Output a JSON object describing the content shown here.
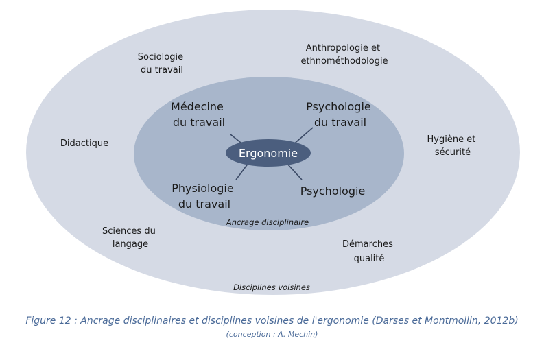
{
  "diagram": {
    "center": "Ergonomie",
    "inner_zone_label": "Ancrage disciplinaire",
    "outer_zone_label": "Disciplines voisines",
    "inner": {
      "medecine": [
        "Médecine",
        "du travail"
      ],
      "psycho_travail": [
        "Psychologie",
        "du travail"
      ],
      "physiologie": [
        "Physiologie",
        "du travail"
      ],
      "psychologie": [
        "Psychologie"
      ]
    },
    "outer": {
      "sociologie": [
        "Sociologie",
        "du travail"
      ],
      "anthropologie": [
        "Anthropologie et",
        "ethnométhodologie"
      ],
      "didactique": [
        "Didactique"
      ],
      "hygiene": [
        "Hygiène et",
        "sécurité"
      ],
      "sciences": [
        "Sciences du",
        "langage"
      ],
      "demarches": [
        "Démarches",
        "qualité"
      ]
    },
    "colors": {
      "outer_ellipse": "#d5dae5",
      "inner_ellipse": "#a8b6cb",
      "center_ellipse": "#4b5e7e",
      "caption": "#4a6a98"
    }
  },
  "caption": {
    "title": "Figure 12 : Ancrage disciplinaires et disciplines voisines de l'ergonomie (Darses et Montmollin, 2012b)",
    "credit": "(conception : A. Mechin)"
  }
}
